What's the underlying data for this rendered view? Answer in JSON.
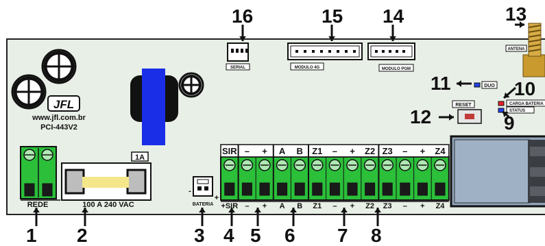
{
  "callouts": {
    "n1": "1",
    "n2": "2",
    "n3": "3",
    "n4": "4",
    "n5": "5",
    "n6": "6",
    "n7": "7",
    "n8": "8",
    "n9": "9",
    "n10": "10",
    "n11": "11",
    "n12": "12",
    "n13": "13",
    "n14": "14",
    "n15": "15",
    "n16": "16"
  },
  "board": {
    "brand": "JFL",
    "website": "www.jfl.com.br",
    "model": "PCI-443V2",
    "serial_label": "SERIAL",
    "module_4g_label": "MODULO 4G",
    "module_pgm_label": "MODULO PGM",
    "antenna_label": "ANTENA",
    "duo_label": "DUO",
    "reset_label": "RESET",
    "charge_label": "CARGA BATERIA",
    "status_label": "STATUS",
    "fuse_rating": "1A",
    "mains_label": "REDE",
    "mains_spec": "100 A 240 VAC",
    "battery_label": "BATERIA",
    "battery_minus": "-",
    "battery_plus": "+"
  },
  "terminals_top": [
    "SIR",
    "–",
    "+",
    "A",
    "B",
    "Z1",
    "–",
    "+",
    "Z2",
    "Z3",
    "–",
    "+",
    "Z4"
  ],
  "terminals_bottom": [
    "+SIR",
    "–",
    "+",
    "A",
    "B",
    "Z1",
    "–",
    "+",
    "Z2",
    "Z3",
    "–",
    "+",
    "Z4"
  ],
  "colors": {
    "board": "#e8efe6",
    "terminal_green": "#2bbf3a",
    "terminal_dark": "#1f8f2a",
    "transformer": "#1a2ee8",
    "fuse_glass": "#f4e78a",
    "antenna_gold": "#c99a2e",
    "led_red": "#e8242a",
    "led_blue": "#2440e8",
    "module_blue": "#8fa3b8"
  }
}
